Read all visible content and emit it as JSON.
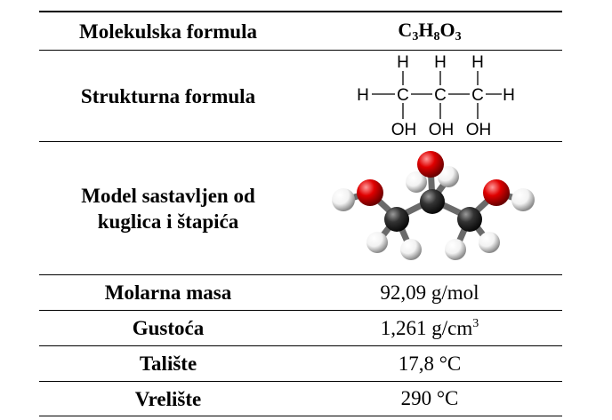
{
  "table": {
    "rows": [
      {
        "label": "Molekulska formula",
        "value": {
          "c": "C",
          "n1": "3",
          "h": "H",
          "n2": "8",
          "o": "O",
          "n3": "3"
        }
      },
      {
        "label": "Strukturna formula"
      },
      {
        "label": "Model sastavljen od kuglica i štapića"
      },
      {
        "label": "Molarna masa",
        "value": "92,09 g/mol"
      },
      {
        "label": "Gustoća",
        "value": "1,261 g/cm",
        "value_sup": "3"
      },
      {
        "label": "Talište",
        "value": "17,8 °C"
      },
      {
        "label": "Vrelište",
        "value": "290 °C"
      }
    ],
    "structure": {
      "top": [
        "H",
        "H",
        "H"
      ],
      "middle": [
        "H",
        "C",
        "C",
        "C",
        "H"
      ],
      "bottom": [
        "OH",
        "OH",
        "OH"
      ]
    }
  },
  "colors": {
    "oxygen": "#e00000",
    "carbon": "#333333",
    "hydrogen": "#f2f2f2",
    "border": "#000000"
  }
}
